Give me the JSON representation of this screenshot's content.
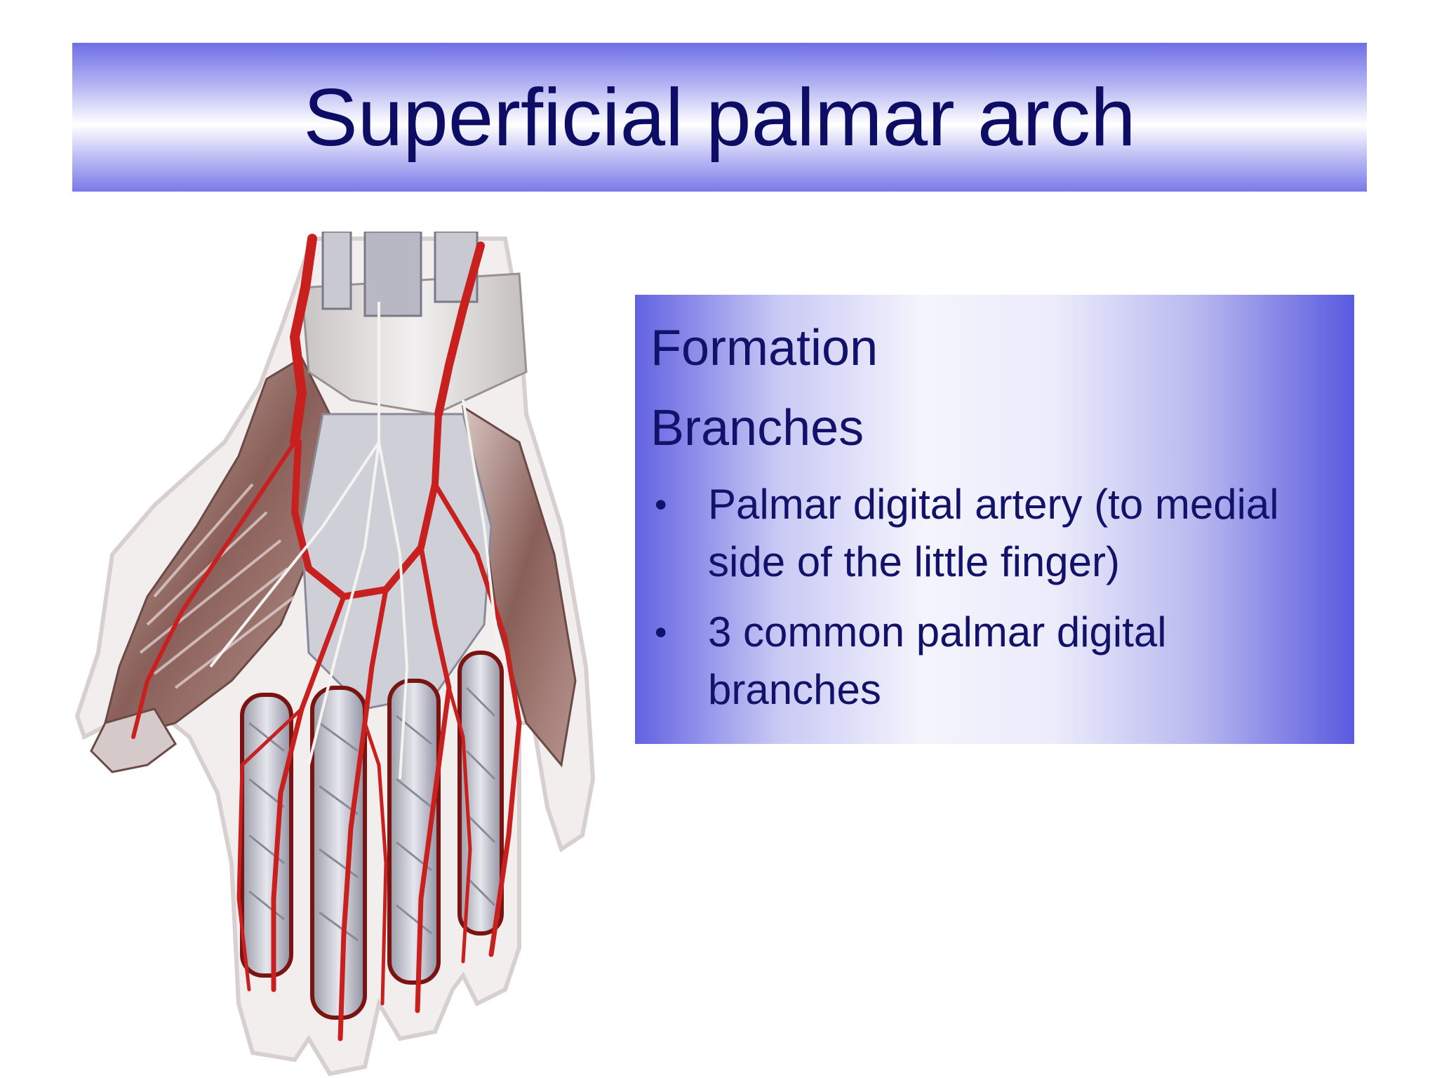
{
  "slide": {
    "title": "Superficial palmar arch",
    "headings": [
      "Formation",
      "Branches"
    ],
    "bullets": [
      "Palmar digital artery (to medial side of the little finger)",
      "3 common palmar digital branches"
    ],
    "bullet_symbol": "•"
  },
  "colors": {
    "title_text": "#0d0d66",
    "gradient_blue": "#6262e2",
    "text_navy": "#12126a",
    "artery_red": "#c8201e"
  },
  "illustration": {
    "subject": "hand-anatomy-illustration"
  }
}
